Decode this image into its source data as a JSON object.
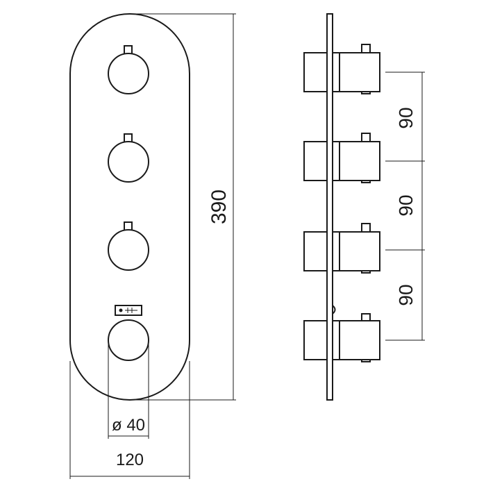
{
  "dimensions": {
    "height": "390",
    "width": "120",
    "knob_diameter": "ø 40",
    "spacing": [
      "90",
      "90",
      "90"
    ]
  },
  "colors": {
    "line": "#1a1a1a",
    "background": "#ffffff"
  },
  "icons": {
    "temperature_scale": "thermostat-scale-icon"
  }
}
